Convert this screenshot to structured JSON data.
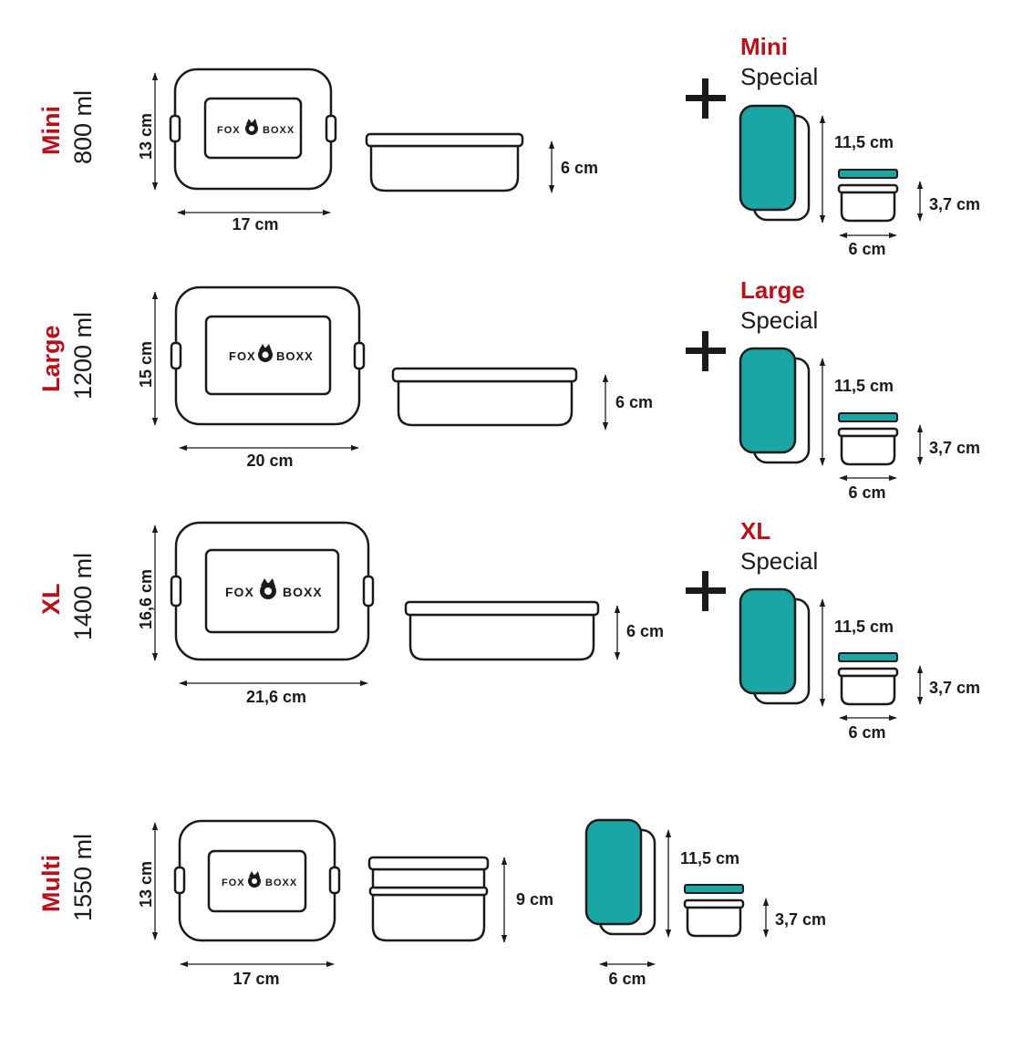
{
  "colors": {
    "accent": "#b5121b",
    "teal": "#1aa6a5",
    "ink": "#1a1a1a"
  },
  "logo": {
    "left": "FOX",
    "right": "BOXX",
    "icon": "fox-head-icon"
  },
  "rows": [
    {
      "name": "Mini",
      "volume": "800 ml",
      "height_label": "13 cm",
      "width_label": "17 cm",
      "side_height_label": "6 cm",
      "special": {
        "name": "Mini",
        "word": "Special",
        "insert_height": "11,5 cm",
        "cup_height": "3,7 cm",
        "cup_width": "6 cm"
      }
    },
    {
      "name": "Large",
      "volume": "1200 ml",
      "height_label": "15 cm",
      "width_label": "20 cm",
      "side_height_label": "6 cm",
      "special": {
        "name": "Large",
        "word": "Special",
        "insert_height": "11,5 cm",
        "cup_height": "3,7 cm",
        "cup_width": "6 cm"
      }
    },
    {
      "name": "XL",
      "volume": "1400 ml",
      "height_label": "16,6 cm",
      "width_label": "21,6 cm",
      "side_height_label": "6 cm",
      "special": {
        "name": "XL",
        "word": "Special",
        "insert_height": "11,5 cm",
        "cup_height": "3,7 cm",
        "cup_width": "6 cm"
      }
    },
    {
      "name": "Multi",
      "volume": "1550 ml",
      "height_label": "13 cm",
      "width_label": "17 cm",
      "side_height_label": "9 cm",
      "insert": {
        "insert_height": "11,5 cm",
        "cup_height": "3,7 cm",
        "cup_width": "6 cm"
      }
    }
  ],
  "plus_icon": "plus-icon"
}
